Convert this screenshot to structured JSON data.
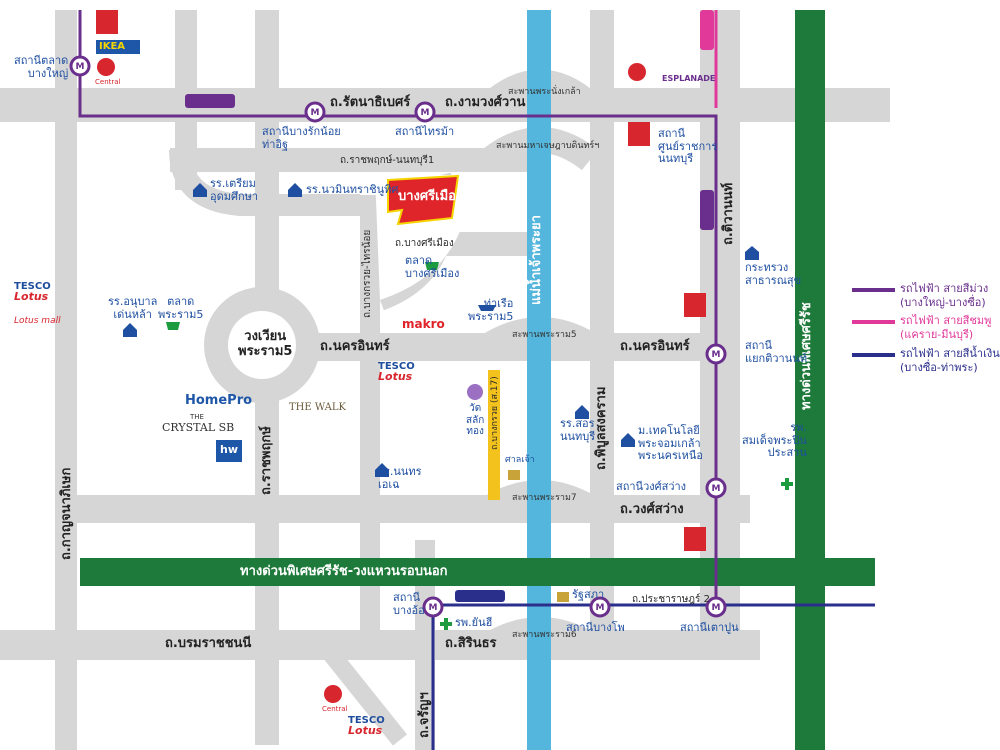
{
  "colors": {
    "road": "#d8d8d8",
    "river": "#54b6dd",
    "expressway": "#1e7a3a",
    "purple_line": "#6a2f8c",
    "pink_line": "#e0399a",
    "blue_line": "#2b2f8c",
    "station_ring": "#6a2f8c",
    "project_red": "#e0252a",
    "yellow_road": "#f3c21c",
    "poi_blue": "#1f4fa0",
    "makro_red": "#e0252a"
  },
  "project": {
    "label": "บางศรีเมือง"
  },
  "roads": {
    "rattanathibet": "ถ.รัตนาธิเบศร์",
    "ngamwongwan": "ถ.งามวงศ์วาน",
    "ratchaphruek_nonthaburi1": "ถ.ราชพฤกษ์-นนทบุรี1",
    "bang_si_mueang": "ถ.บางศรีเมือง",
    "bang_kruai_sai_noi": "ถ.บางกรวย-ไทรน้อย",
    "nakhon_in_left": "ถ.นครอินทร์",
    "nakhon_in_right": "ถ.นครอินทร์",
    "tiwanon": "ถ.ติวานนท์",
    "kanchanaphisek": "ถ.กาญจนาภิเษก",
    "ratchaphruek": "ถ.ราชพฤกษ์",
    "bang_kruai_17": "ถ.บางกรวย (ส.17)",
    "phibunsongkhram": "ถ.พิบูลสงคราม",
    "wong_sawang": "ถ.วงศ์สว่าง",
    "prachachuen2": "ถ.ประชาราษฎร์ 2",
    "borommaratchachonnani": "ถ.บรมราชชนนี",
    "sirindhorn": "ถ.สิรินธร",
    "charansanitwong": "ถ.จรัญฯ",
    "expressway_h": "ทางด่วนพิเศษศรีรัช-วงแหวนรอบนอก",
    "expressway_v": "ทางด่วนพิเศษศรีรัช",
    "river": "แม่น้ำเจ้าพระยา",
    "roundabout": [
      "วงเวียน",
      "พระราม5"
    ]
  },
  "bridges": {
    "pra_nangklao": "สะพานพระนั่งเกล้า",
    "maha_chesadabodindranusorn": "สะพานมหาเจษฎาบดินทร์ฯ",
    "rama5": "สะพานพระราม5",
    "rama7": "สะพานพระราม7",
    "rama6": "สะพานพระราม6"
  },
  "stations": {
    "talad_bang_yai": [
      "สถานีตลาด",
      "บางใหญ่"
    ],
    "bang_rak_noi_tha_it": [
      "สถานีบางรักน้อย",
      "ท่าอิฐ"
    ],
    "sai_ma": "สถานีไทรม้า",
    "nonthaburi_civic": [
      "สถานี",
      "ศูนย์ราชการ",
      "นนทบุรี"
    ],
    "yaek_tiwanon": [
      "สถานี",
      "แยกติวานนท์"
    ],
    "wong_sawang": "สถานีวงศ์สว่าง",
    "bang_o": [
      "สถานี",
      "บางอ้อ"
    ],
    "bang_pho": "สถานีบางโพ",
    "tao_poon": "สถานีเตาปูน"
  },
  "pois": {
    "school_triam": [
      "รร.เตรียม",
      "อุดมศึกษา"
    ],
    "school_nawaminthra": "รร.นวมินทราชินูทิศ",
    "talad_bang_si_mueang": [
      "ตลาด",
      "บางศรีเมือง"
    ],
    "pier_rama5": [
      "ท่าเรือ",
      "พระราม5"
    ],
    "school_anuban": [
      "รร.อนุบาล",
      "เด่นหล้า"
    ],
    "talad_rama5": [
      "ตลาด",
      "พระราม5"
    ],
    "wat_sai_thong": [
      "วัด",
      "สลัก",
      "ทอง"
    ],
    "school_sarasas": [
      "รร.สอร",
      "นนทบุรี"
    ],
    "school_nakhon_in": [
      "รร.นนทร",
      "เอเฉ"
    ],
    "ministry": [
      "กระทรวง",
      "สาธารณสุข"
    ],
    "tech_college": [
      "ม.เทคโนโลยี",
      "พระจอมเกล้า",
      "พระนครเหนือ"
    ],
    "hospital_sukumvit": [
      "รพ.",
      "สมเด็จพระปิ่น",
      "ประสาน"
    ],
    "hospital_yanhee": "รพ.ยันฮี",
    "royal_reception": "รัฐสภา",
    "shrine": "ศาลเจ้า"
  },
  "brands": {
    "ikea": "IKEA",
    "central": "Central",
    "esplanade": "ESPLANADE",
    "tesco_a": "TESCO",
    "tesco_b": "Lotus",
    "homepro": "HomePro",
    "crystal_the": "THE",
    "crystal": "CRYSTAL SB",
    "thewalk": "THE WALK",
    "hw": "hw",
    "makro": "makro",
    "tesco_left_a": "TESCO",
    "tesco_left_b": "Lotus",
    "lotus_mall": "Lotus mall"
  },
  "legend": [
    {
      "name": "รถไฟฟ้า สายสีม่วง",
      "route": "(บางใหญ่-บางซื่อ)",
      "color_key": "purple_line"
    },
    {
      "name": "รถไฟฟ้า สายสีชมพู",
      "route": "(แคราย-มีนบุรี)",
      "color_key": "pink_line"
    },
    {
      "name": "รถไฟฟ้า สายสีน้ำเงิน",
      "route": "(บางซื่อ-ท่าพระ)",
      "color_key": "blue_line"
    }
  ],
  "icons": {
    "station": "metro-station-icon",
    "school": "school-icon",
    "market": "market-basket-icon",
    "temple": "temple-icon",
    "hospital": "hospital-cross-icon",
    "pier": "ferry-icon",
    "train": "skytrain-icon",
    "project": "project-flag-icon"
  }
}
